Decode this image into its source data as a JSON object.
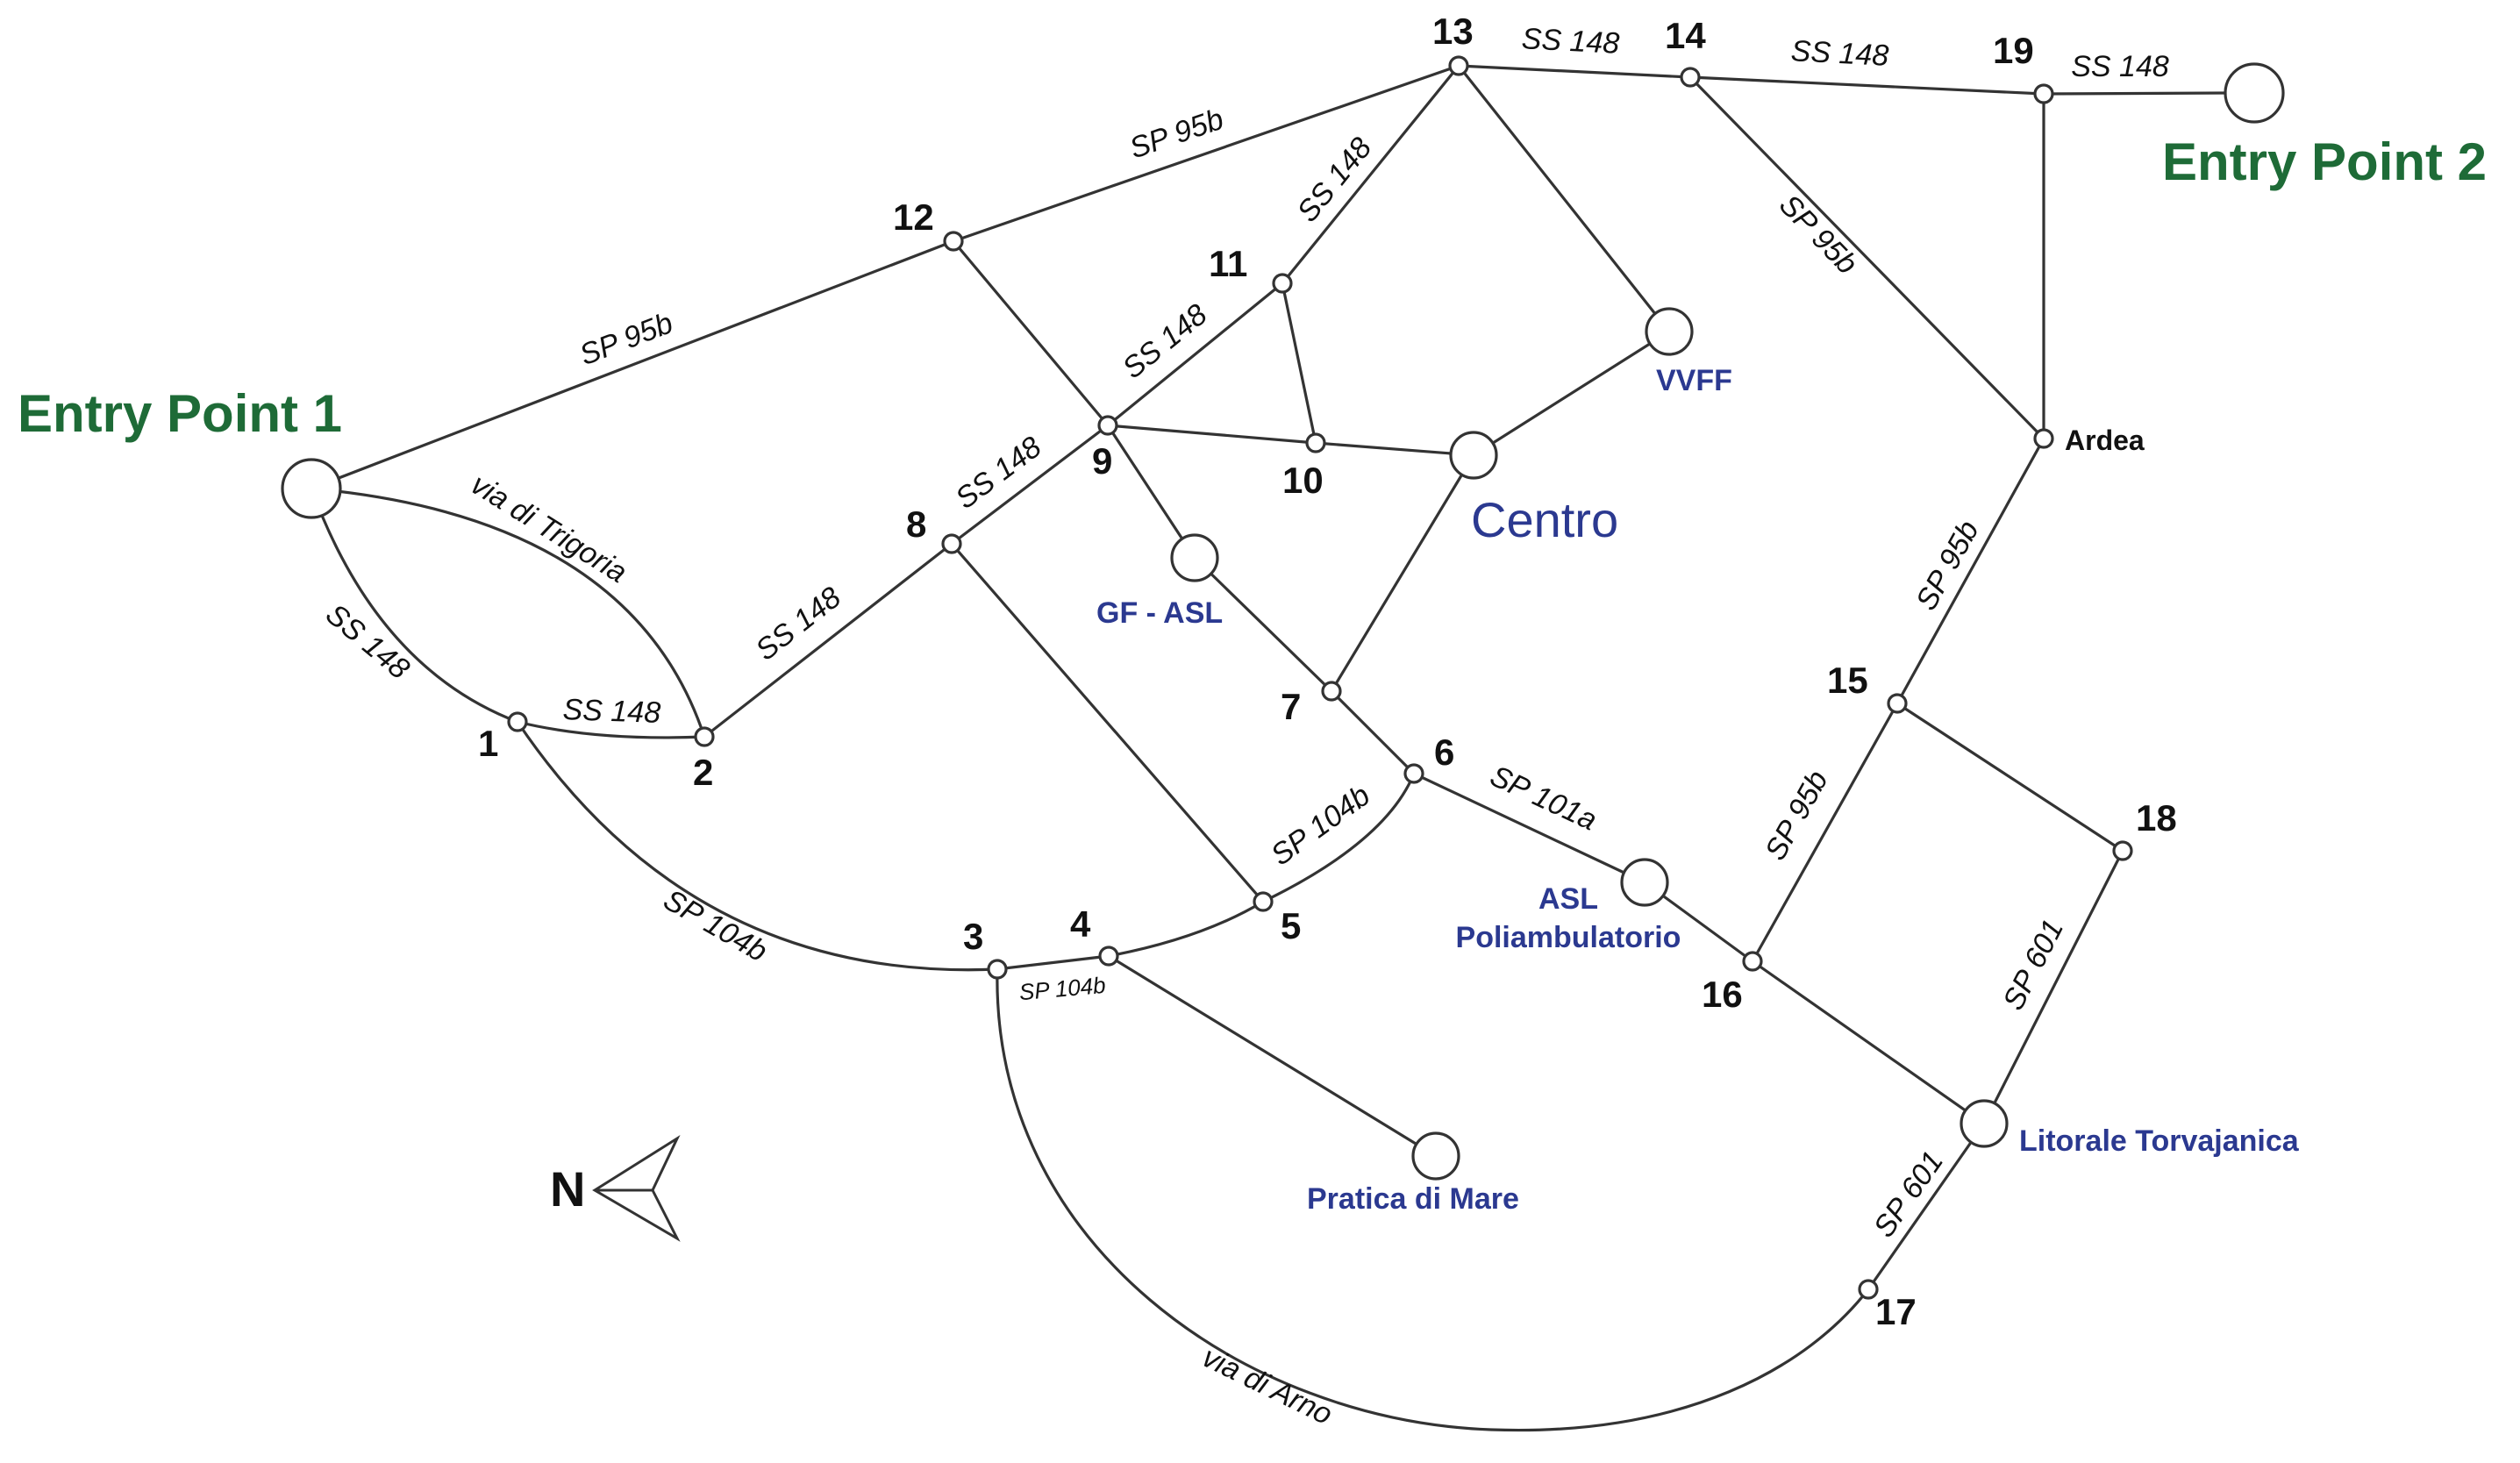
{
  "entry_points": {
    "entry1": "Entry Point 1",
    "entry2": "Entry Point 2"
  },
  "nodes": {
    "n1": "1",
    "n2": "2",
    "n3": "3",
    "n4": "4",
    "n5": "5",
    "n6": "6",
    "n7": "7",
    "n8": "8",
    "n9": "9",
    "n10": "10",
    "n11": "11",
    "n12": "12",
    "n13": "13",
    "n14": "14",
    "n15": "15",
    "n16": "16",
    "n17": "17",
    "n18": "18",
    "n19": "19"
  },
  "places": {
    "vvff": "VVFF",
    "centro": "Centro",
    "gf_asl": "GF - ASL",
    "asl_line1": "ASL",
    "asl_line2": "Poliambulatorio",
    "pratica": "Pratica di Mare",
    "litorale": "Litorale Torvajanica",
    "ardea": "Ardea"
  },
  "roads": {
    "sp95b_e1_12": "SP 95b",
    "sp95b_12_13": "SP 95b",
    "ss148_13_14": "SS 148",
    "ss148_14_19": "SS 148",
    "ss148_19_e2": "SS 148",
    "sp95b_14_ardea": "SP 95b",
    "ss148_11_13": "SS 148",
    "ss148_9_11": "SS 148",
    "ss148_8_9": "SS 148",
    "ss148_2_8": "SS 148",
    "via_trigoria": "via di Trigoria",
    "ss148_e1_1": "SS 148",
    "ss148_1_2": "SS 148",
    "sp104b_1_3": "SP 104b",
    "sp104b_3_4": "SP 104b",
    "sp104b_5_6": "SP 104b",
    "sp101a": "SP 101a",
    "sp95b_ardea_15": "SP 95b",
    "sp95b_15_16": "SP 95b",
    "sp601_18_lit": "SP 601",
    "sp601_lit_17": "SP 601",
    "via_arno": "via di Arno"
  },
  "compass": {
    "label": "N"
  }
}
